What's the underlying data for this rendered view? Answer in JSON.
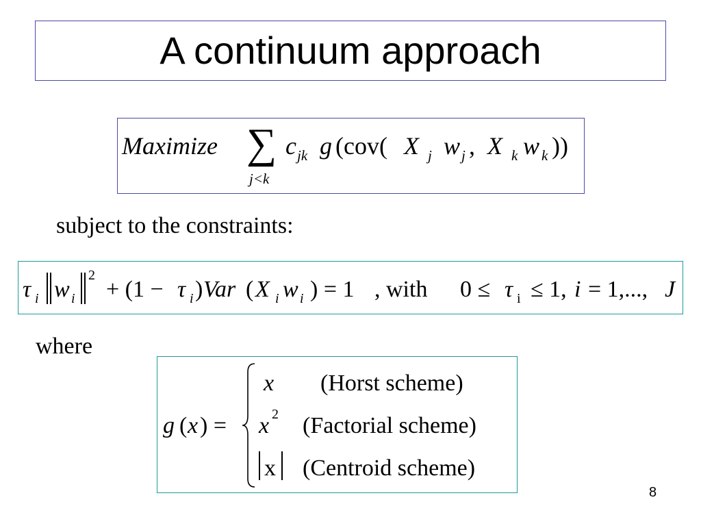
{
  "slide": {
    "title": "A continuum approach",
    "subject_text": "subject to the constraints:",
    "where_text": "where",
    "page_number": "8"
  },
  "objective": {
    "maximize": "Maximize",
    "sum_subscript": "j<k",
    "coef": "c",
    "coef_sub": "jk",
    "func": "g",
    "open_paren": "(",
    "cov": "cov(",
    "x1": "X",
    "x1_sub": "j",
    "w1": "w",
    "w1_sub": "j",
    "comma": ",",
    "x2": "X",
    "x2_sub": "k",
    "w2": "w",
    "w2_sub": "k",
    "close": "))"
  },
  "constraint": {
    "tau": "τ",
    "tau_sub": "i",
    "w": "w",
    "w_sub": "i",
    "norm_sup": "2",
    "plus_one": "+ (1 −",
    "tau2": "τ",
    "tau2_sub": "i",
    "close_paren": ")",
    "var": "Var",
    "open_paren": "(",
    "x": "X",
    "x_sub": "i",
    "w2": "w",
    "w2_sub": "i",
    "eq_one": ") = 1",
    "with": ",  with",
    "zero_le": "0 ≤",
    "tau3": "τ",
    "tau3_sub": "i",
    "le_one": "≤ 1,",
    "i_var": "i",
    "range": "= 1,...,",
    "J": "J"
  },
  "scheme": {
    "lhs_g": "g",
    "lhs_open": "(",
    "lhs_x": "x",
    "lhs_close": ") =",
    "case1_expr": "x",
    "case1_label": "(Horst scheme)",
    "case2_expr": "x",
    "case2_sup": "2",
    "case2_label": "(Factorial scheme)",
    "case3_expr": "x",
    "case3_label": "(Centroid scheme)"
  }
}
